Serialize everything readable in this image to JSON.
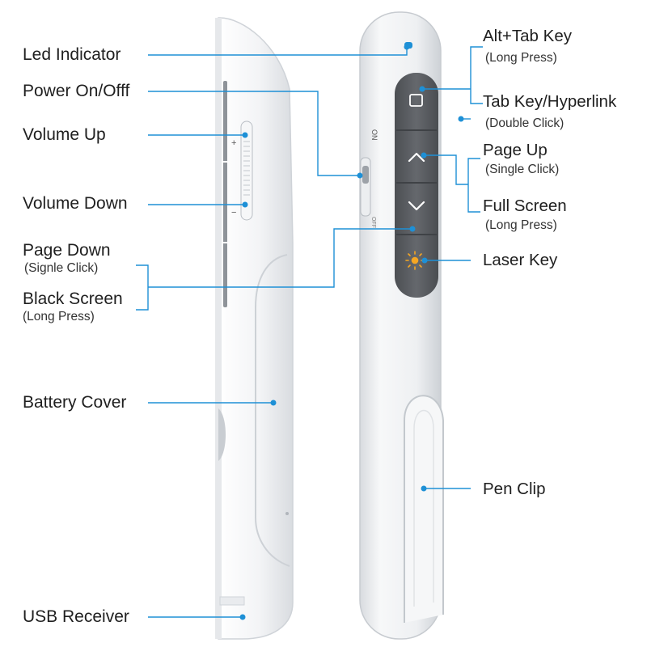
{
  "colors": {
    "leader": "#1e90d6",
    "dot": "#1e90d6",
    "body": "#f2f3f5",
    "body_edge": "#cfd3d8",
    "button_panel": "#5c5f64",
    "button_divider": "#46494d",
    "button_glyph": "#ffffff",
    "laser": "#f5a623",
    "text": "#1f1f1f"
  },
  "icons": {
    "led": "led-indicator-icon",
    "tab": "square-icon",
    "page_up": "chevron-up-icon",
    "page_down": "chevron-down-icon",
    "laser": "laser-sun-icon"
  },
  "left_labels": {
    "led_indicator": "Led Indicator",
    "power": "Power On/Offf",
    "volume_up": "Volume Up",
    "volume_down": "Volume Down",
    "page_down": "Page Down",
    "page_down_sub": "(Signle Click)",
    "black_screen": "Black Screen",
    "black_screen_sub": "(Long Press)",
    "battery_cover": "Battery Cover",
    "usb_receiver": "USB Receiver"
  },
  "right_labels": {
    "alt_tab": "Alt+Tab Key",
    "alt_tab_sub": "(Long Press)",
    "tab_hyperlink": "Tab Key/Hyperlink",
    "tab_hyperlink_sub": "(Double Click)",
    "page_up": "Page Up",
    "page_up_sub": "(Single Click)",
    "full_screen": "Full Screen",
    "full_screen_sub": "(Long Press)",
    "laser_key": "Laser Key",
    "pen_clip": "Pen Clip"
  },
  "device_marks": {
    "switch_on": "ON",
    "switch_off": "OFF",
    "plus": "+",
    "minus": "−"
  }
}
